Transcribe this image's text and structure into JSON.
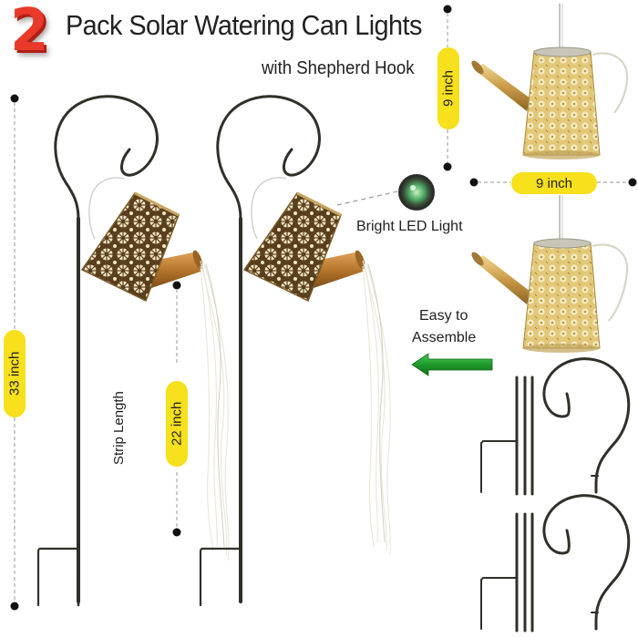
{
  "header": {
    "count": "2",
    "title": "Pack Solar Watering Can Lights",
    "subtitle": "with Shepherd Hook"
  },
  "dimensions": {
    "total_height": "33 inch",
    "strip_length_label": "Strip Length",
    "strip_length": "22 inch",
    "can_height": "9 inch",
    "can_width": "9 inch"
  },
  "callouts": {
    "led": "Bright LED Light",
    "assemble_line1": "Easy to",
    "assemble_line2": "Assemble"
  },
  "colors": {
    "highlight_yellow": "#f7e01c",
    "number_red": "#e8392a",
    "arrow_green": "#1e9a2a",
    "metal_dark": "#2f3128",
    "copper": "#b07a30",
    "gold": "#d8bf6a"
  }
}
